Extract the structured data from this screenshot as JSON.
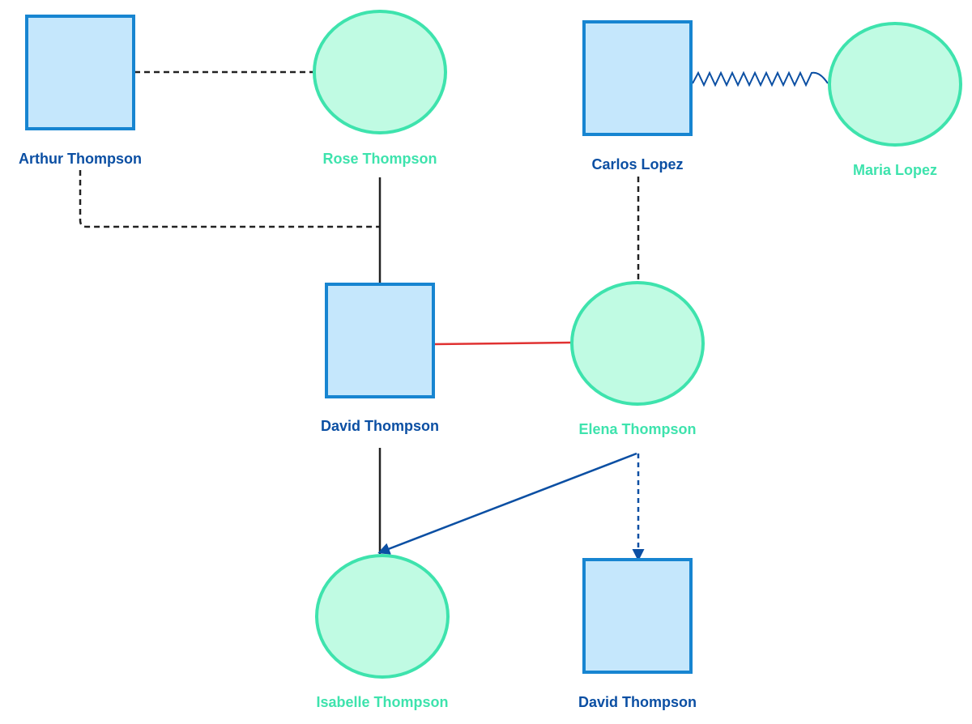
{
  "colors": {
    "male_fill": "#c5e7fc",
    "male_stroke": "#1785d1",
    "male_label": "#0b4fa3",
    "female_fill": "#c0fbe3",
    "female_stroke": "#3ee3ad",
    "female_label": "#3ee3ad",
    "line_black": "#222222",
    "line_red": "#e03131",
    "line_blue": "#0b4fa3"
  },
  "people": {
    "arthur": {
      "name": "Arthur Thompson",
      "sex": "male"
    },
    "rose": {
      "name": "Rose Thompson",
      "sex": "female"
    },
    "carlos": {
      "name": "Carlos Lopez",
      "sex": "male"
    },
    "maria": {
      "name": "Maria Lopez",
      "sex": "female"
    },
    "david": {
      "name": "David Thompson",
      "sex": "male"
    },
    "elena": {
      "name": "Elena Thompson",
      "sex": "female"
    },
    "isabelle": {
      "name": "Isabelle Thompson",
      "sex": "female"
    },
    "david_child": {
      "name": "David Thompson",
      "sex": "male"
    }
  },
  "relations": [
    {
      "from": "arthur",
      "to": "rose",
      "style": "dashed"
    },
    {
      "from": "carlos",
      "to": "maria",
      "style": "zigzag"
    },
    {
      "from": "arthur",
      "to": "david",
      "style": "dashed"
    },
    {
      "from": "rose",
      "to": "david",
      "style": "solid"
    },
    {
      "from": "carlos",
      "to": "elena",
      "style": "dashed"
    },
    {
      "from": "david",
      "to": "elena",
      "style": "solid-red"
    },
    {
      "from": "david",
      "to": "isabelle",
      "style": "solid"
    },
    {
      "from": "elena",
      "to": "isabelle",
      "style": "arrow-blue"
    },
    {
      "from": "elena",
      "to": "david_child",
      "style": "dashed-arrow-blue"
    }
  ]
}
